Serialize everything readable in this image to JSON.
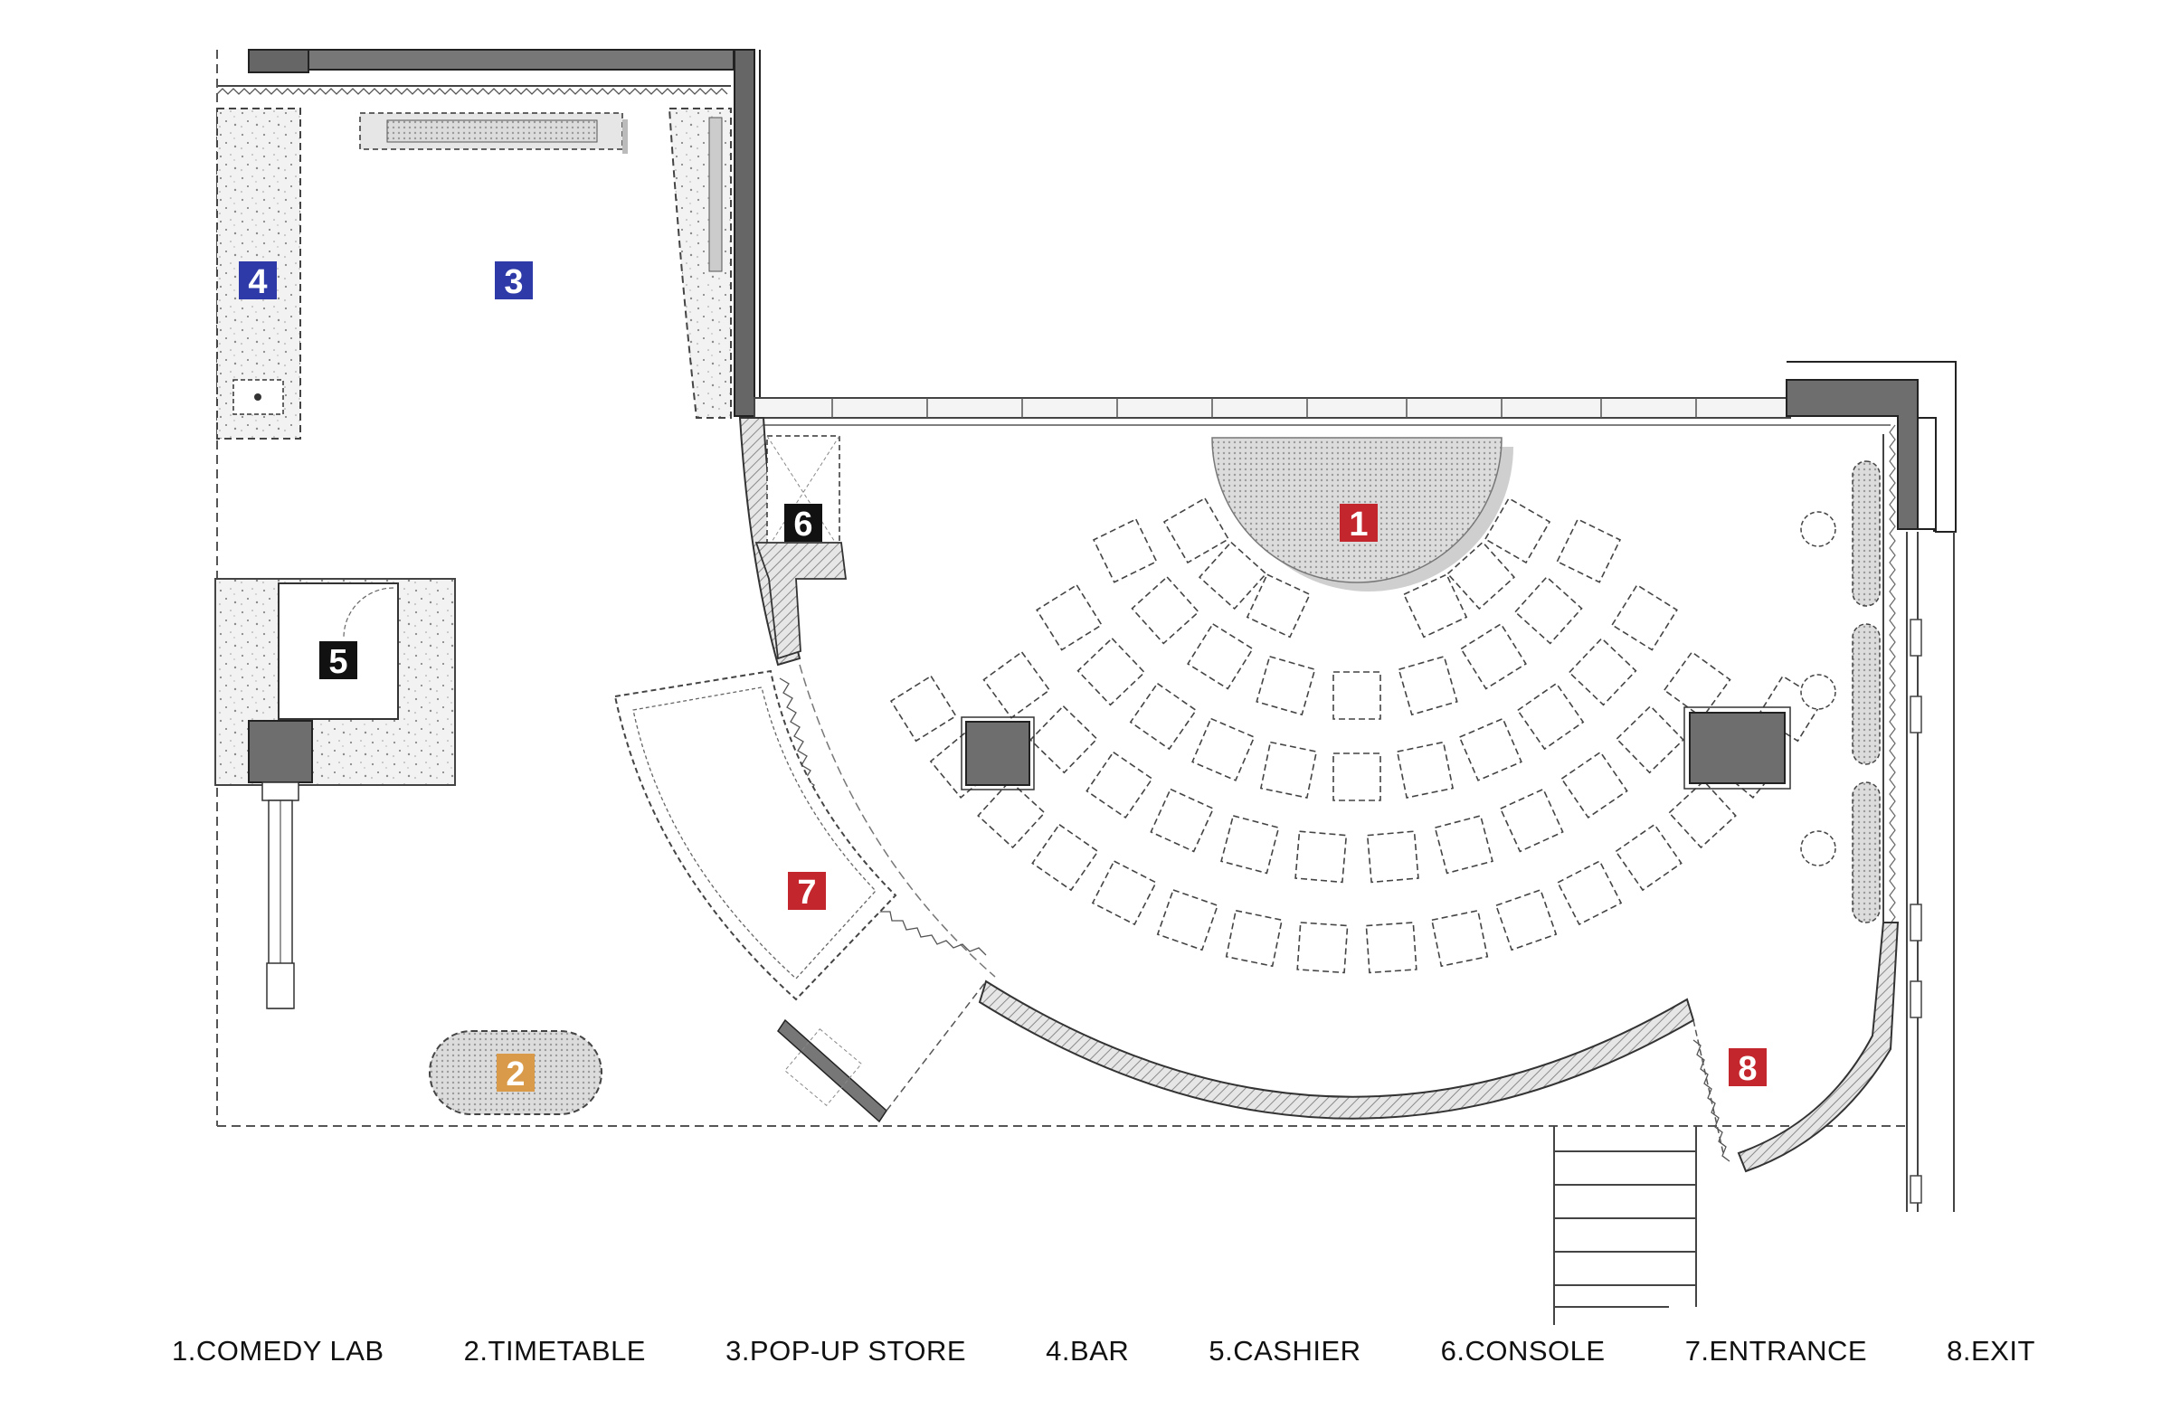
{
  "plan": {
    "markers": [
      {
        "id": "1",
        "color": "#c4262e",
        "text_color": "#ffffff",
        "area": "comedy-lab"
      },
      {
        "id": "2",
        "color": "#d99a4a",
        "text_color": "#ffffff",
        "area": "timetable"
      },
      {
        "id": "3",
        "color": "#2e3aa8",
        "text_color": "#ffffff",
        "area": "pop-up-store"
      },
      {
        "id": "4",
        "color": "#2e3aa8",
        "text_color": "#ffffff",
        "area": "bar"
      },
      {
        "id": "5",
        "color": "#111111",
        "text_color": "#ffffff",
        "area": "cashier"
      },
      {
        "id": "6",
        "color": "#111111",
        "text_color": "#ffffff",
        "area": "console"
      },
      {
        "id": "7",
        "color": "#c4262e",
        "text_color": "#ffffff",
        "area": "entrance"
      },
      {
        "id": "8",
        "color": "#c4262e",
        "text_color": "#ffffff",
        "area": "exit"
      }
    ],
    "seating": {
      "row_counts": [
        6,
        9,
        11,
        12,
        16
      ]
    }
  },
  "legend": [
    "1.COMEDY LAB",
    "2.TIMETABLE",
    "3.POP-UP STORE",
    "4.BAR",
    "5.CASHIER",
    "6.CONSOLE",
    "7.ENTRANCE",
    "8.EXIT"
  ],
  "colors": {
    "wall": "#707070",
    "wall_dark": "#555555",
    "line": "#333333",
    "stage_fill": "#d9d9d9"
  }
}
